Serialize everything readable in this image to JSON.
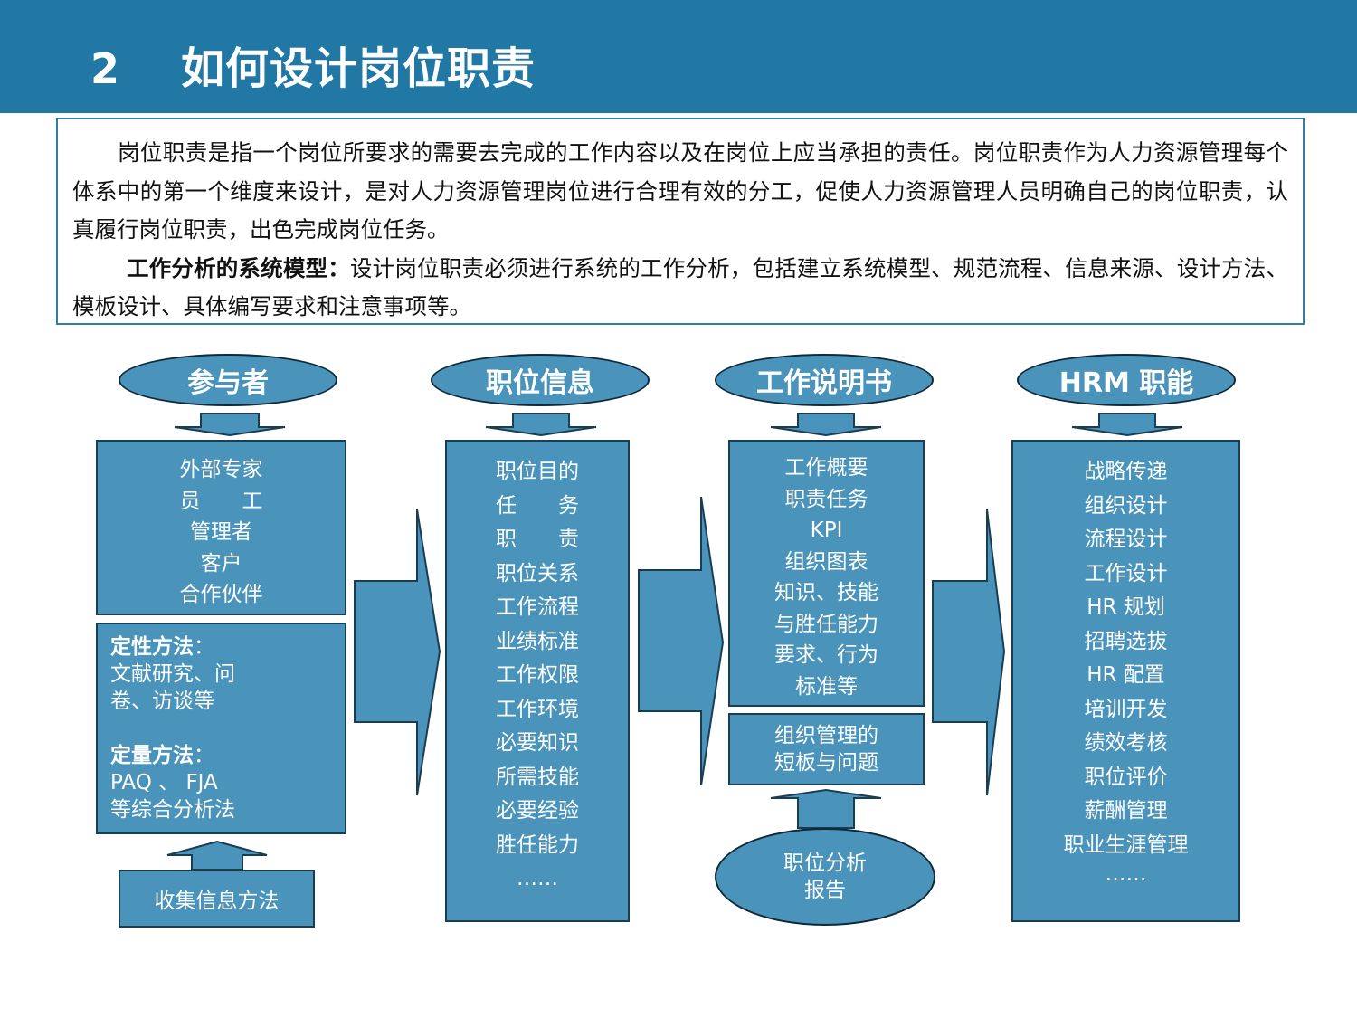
{
  "header": {
    "number": "2",
    "title": "如何设计岗位职责"
  },
  "intro": {
    "paragraph1": "岗位职责是指一个岗位所要求的需要去完成的工作内容以及在岗位上应当承担的责任。岗位职责作为人力资源管理每个体系中的第一个维度来设计，是对人力资源管理岗位进行合理有效的分工，促使人力资源管理人员明确自己的岗位职责，认真履行岗位职责，出色完成岗位任务。",
    "paragraph2_bold": "工作分析的系统模型：",
    "paragraph2_text": "设计岗位职责必须进行系统的工作分析，包括建立系统模型、规范流程、信息来源、设计方法、模板设计、具体编写要求和注意事项等。"
  },
  "columns": {
    "participants": {
      "title": "参与者",
      "items": [
        "外部专家",
        "员　　工",
        "管理者",
        "客户",
        "合作伙伴"
      ]
    },
    "methods": {
      "qual_label": "定性方法",
      "qual_colon": "：",
      "qual_text1": "文献研究、问",
      "qual_text2": "卷、访谈等",
      "quant_label": "定量方法",
      "quant_colon": "：",
      "quant_text1": "PAQ 、 FJA",
      "quant_text2": "等综合分析法",
      "collect_label": "收集信息方法"
    },
    "position_info": {
      "title": "职位信息",
      "items": [
        "职位目的",
        "任　　务",
        "职　　责",
        "职位关系",
        "工作流程",
        "业绩标准",
        "工作权限",
        "工作环境",
        "必要知识",
        "所需技能",
        "必要经验",
        "胜任能力",
        "……"
      ]
    },
    "job_description": {
      "title": "工作说明书",
      "items": [
        "工作概要",
        "职责任务",
        "KPI",
        "组织图表",
        "知识、技能",
        "与胜任能力",
        "要求、行为",
        "标准等"
      ],
      "issues1": "组织管理的",
      "issues2": "短板与问题",
      "report1": "职位分析",
      "report2": "报告"
    },
    "hrm": {
      "title": "HRM 职能",
      "items": [
        "战略传递",
        "组织设计",
        "流程设计",
        "工作设计",
        "HR 规划",
        "招聘选拔",
        "HR 配置",
        "培训开发",
        "绩效考核",
        "职位评价",
        "薪酬管理",
        "职业生涯管理",
        "……"
      ]
    }
  },
  "colors": {
    "header_bg": "#2178a5",
    "box_fill": "#4a93bb",
    "outline": "#1a3d52"
  }
}
